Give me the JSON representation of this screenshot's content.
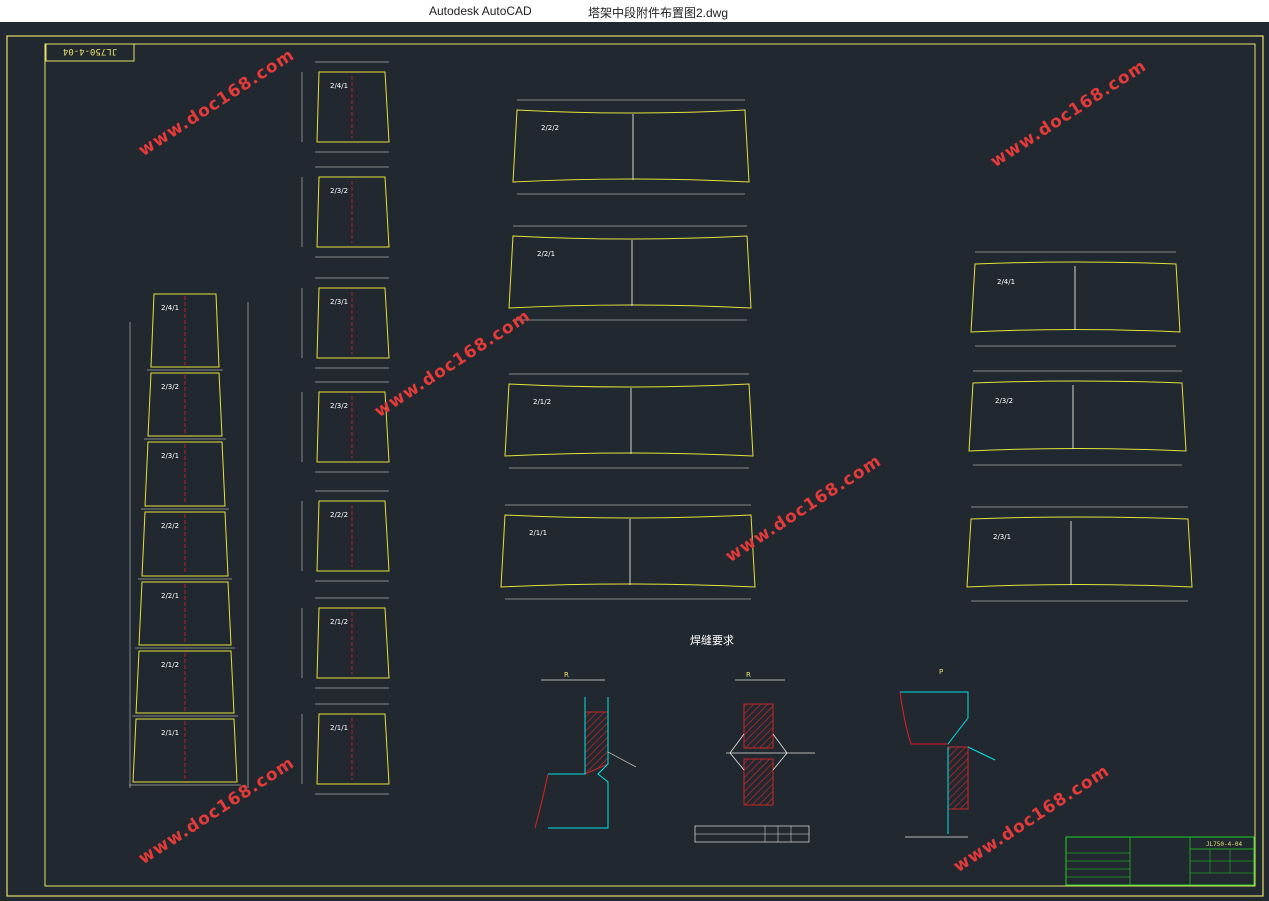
{
  "window": {
    "app_name": "Autodesk AutoCAD",
    "document_name": "塔架中段附件布置图2.dwg"
  },
  "drawing": {
    "stamp": "JL750-4-04",
    "welding_title": "焊缝要求",
    "weld_label_a": "R",
    "weld_label_b": "R",
    "weld_label_c": "P",
    "title_block_name": "JL750-4-04"
  },
  "colors": {
    "background": "#212830",
    "frame": "#e8e06a",
    "part_outline": "#e6e23c",
    "dimension": "#00e5e5",
    "centerline": "#e02020",
    "hatch": "#c62828",
    "title_block": "#1fd21f",
    "watermark": "#e33a3a"
  },
  "watermark_text": "www.doc168.com",
  "parts": {
    "column_left": [
      "2/4/1",
      "2/3/2",
      "2/3/1",
      "2/2/2",
      "2/2/1",
      "2/1/2",
      "2/1/1"
    ],
    "column_mid": [
      "2/4/1",
      "2/3/2",
      "2/3/1",
      "2/3/2",
      "2/2/2",
      "2/1/2",
      "2/1/1"
    ],
    "wide_mid": [
      "2/2/2",
      "2/2/1",
      "2/1/2",
      "2/1/1"
    ],
    "wide_right": [
      "2/4/1",
      "2/3/2",
      "2/3/1"
    ]
  }
}
